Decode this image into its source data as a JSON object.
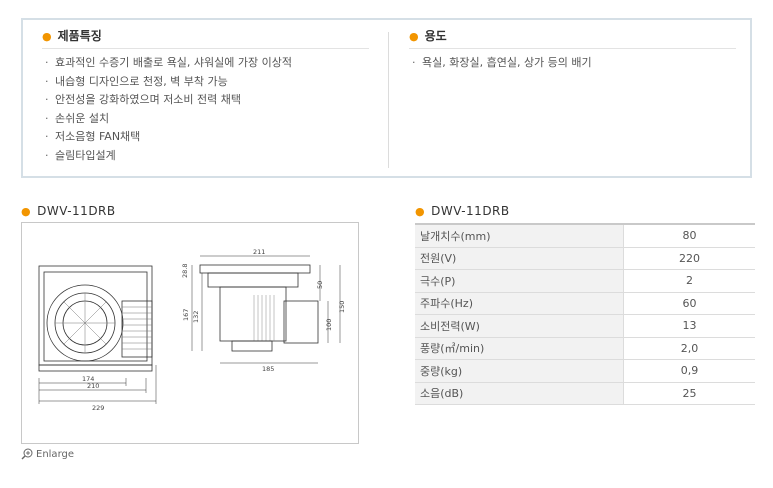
{
  "features": {
    "title": "제품특징",
    "items": [
      "효과적인 수증기 배출로 욕실, 샤워실에 가장 이상적",
      "내습형 디자인으로 천정, 벽 부착 가능",
      "안전성을 강화하였으며 저소비 전력 채택",
      "손쉬운 설치",
      "저소음형 FAN채택",
      "슬림타입설계"
    ]
  },
  "usage": {
    "title": "용도",
    "items": [
      "욕실, 화장실, 흡연실, 상가 등의 배기"
    ]
  },
  "drawing": {
    "model": "DWV-11DRB",
    "enlarge_label": "Enlarge",
    "dims": {
      "front_174": "174",
      "front_210": "210",
      "front_229": "229",
      "side_211": "211",
      "side_28_8": "28.8",
      "side_50": "50",
      "side_167": "167",
      "side_132": "132",
      "side_100": "100",
      "side_150": "150",
      "side_185": "185"
    }
  },
  "specs": {
    "model": "DWV-11DRB",
    "rows": [
      {
        "label": "날개치수(mm)",
        "value": "80"
      },
      {
        "label": "전원(V)",
        "value": "220"
      },
      {
        "label": "극수(P)",
        "value": "2"
      },
      {
        "label": "주파수(Hz)",
        "value": "60"
      },
      {
        "label": "소비전력(W)",
        "value": "13"
      },
      {
        "label": "풍량(㎥/min)",
        "value": "2,0"
      },
      {
        "label": "중량(kg)",
        "value": "0,9"
      },
      {
        "label": "소음(dB)",
        "value": "25"
      }
    ]
  },
  "colors": {
    "accent_bullet": "#f29500",
    "box_border": "#d5dfe6",
    "table_label_bg": "#f2f2f2"
  }
}
